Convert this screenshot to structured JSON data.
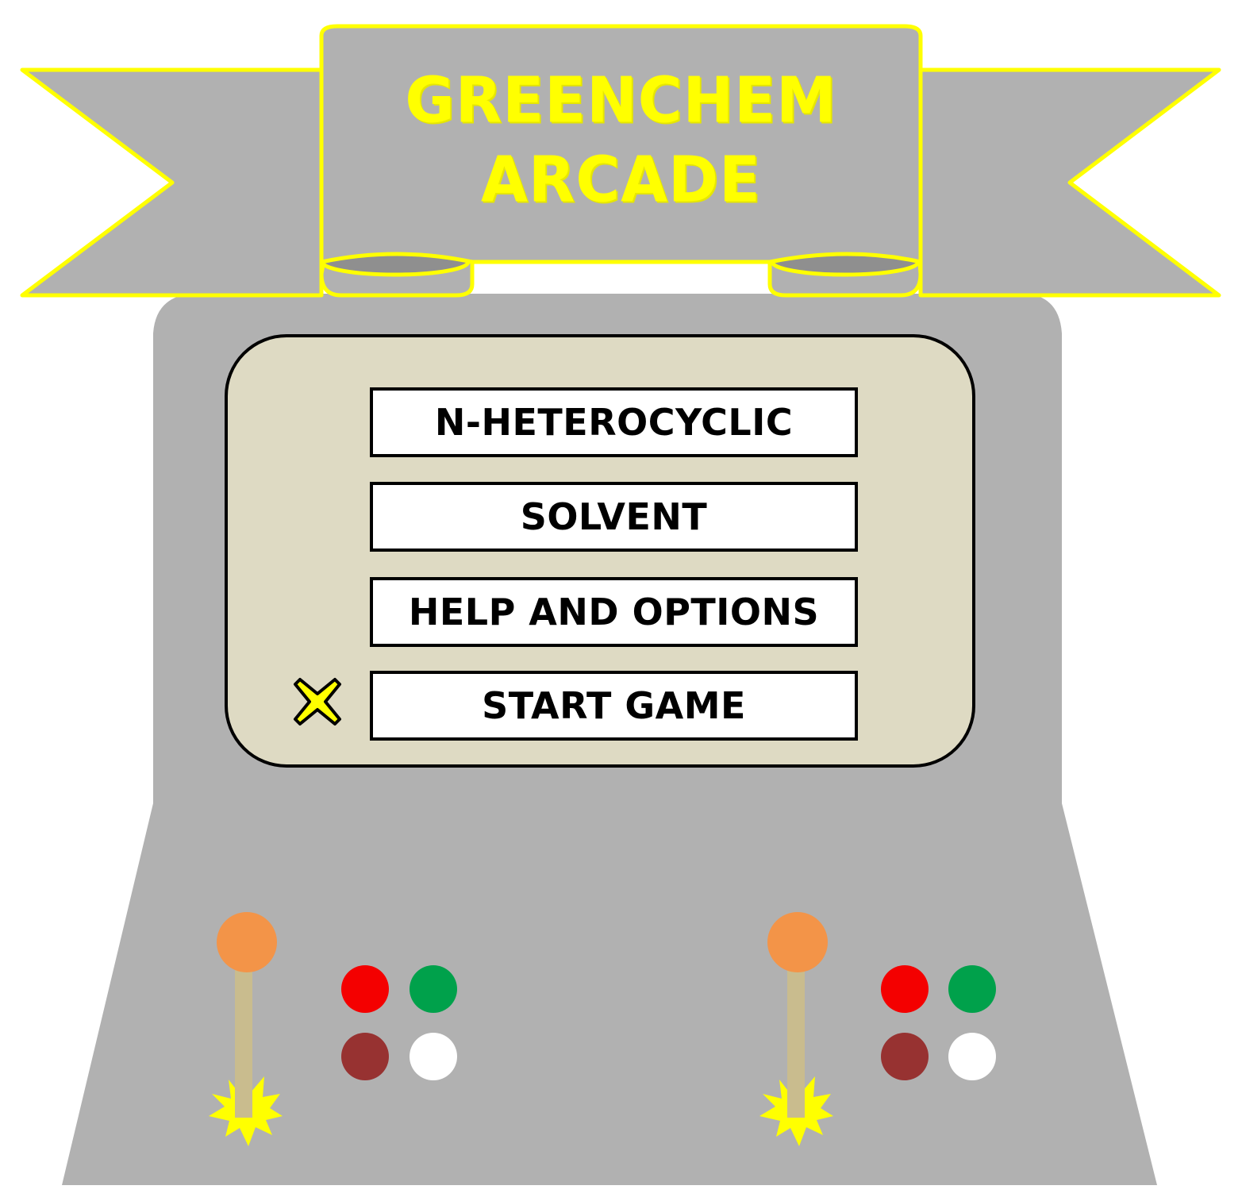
{
  "banner": {
    "title_line1": "GREENCHEM",
    "title_line2": "ARCADE"
  },
  "menu": {
    "items": [
      {
        "label": "N-HETEROCYCLIC"
      },
      {
        "label": "SOLVENT"
      },
      {
        "label": "HELP AND OPTIONS"
      },
      {
        "label": "START GAME"
      }
    ],
    "selected_index": 3,
    "cursor_icon": "x-cursor-icon"
  },
  "controls": {
    "players": [
      {
        "joystick_ball": "#f39448",
        "buttons": [
          "#f40000",
          "#00a14b",
          "#973231",
          "#ffffff"
        ]
      },
      {
        "joystick_ball": "#f39448",
        "buttons": [
          "#f40000",
          "#00a14b",
          "#973231",
          "#ffffff"
        ]
      }
    ]
  },
  "colors": {
    "cabinet": "#b1b1b1",
    "banner_outline": "#ffff00",
    "screen": "#dedac3",
    "joystick_stick": "#c9bc8e",
    "spark": "#ffff00"
  }
}
